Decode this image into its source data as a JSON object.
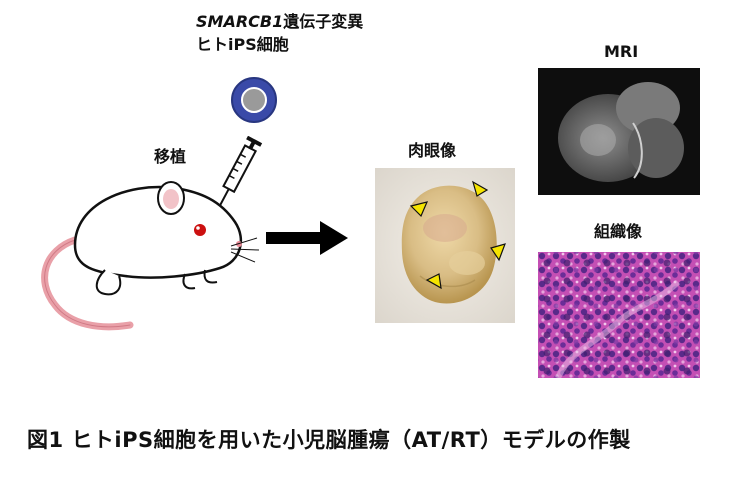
{
  "cell": {
    "line1_gene": "SMARCB1",
    "line1_rest": "遺伝子変異",
    "line2": "ヒトiPS細胞"
  },
  "labels": {
    "transplant": "移植",
    "gross": "肉眼像",
    "mri": "MRI",
    "histology": "組織像"
  },
  "caption": "図1 ヒトiPS細胞を用いた小児脳腫瘍（AT/RT）モデルの作製",
  "colors": {
    "cell_ring": "#3a4aa8",
    "cell_core": "#9a9a9a",
    "arrow": "#000000",
    "arrowhead_marker": "#f5e400",
    "tumor": "#d8c08a",
    "histology_bg": "#c04bb0"
  }
}
